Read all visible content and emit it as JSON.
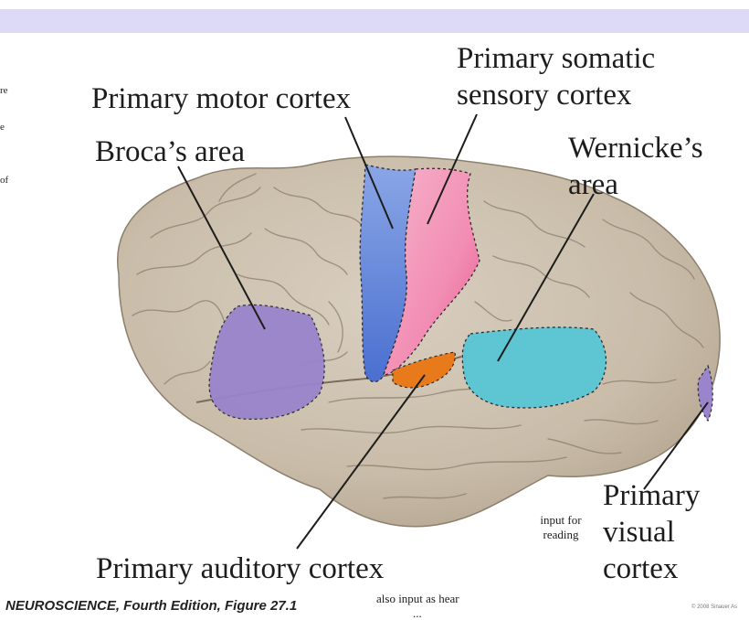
{
  "side_notes": [
    "re",
    "e",
    "of"
  ],
  "labels": {
    "primary_motor_cortex": "Primary motor cortex",
    "primary_somatic_line1": "Primary somatic",
    "primary_somatic_line2": "sensory cortex",
    "brocas_area": "Broca’s area",
    "wernickes_line1": "Wernicke’s",
    "wernickes_line2": "area",
    "primary_visual_line1": "Primary",
    "primary_visual_line2": "visual",
    "primary_visual_line3": "cortex",
    "primary_auditory_cortex": "Primary auditory cortex"
  },
  "notes": {
    "input_for_reading_line1": "input for",
    "input_for_reading_line2": "reading",
    "also_input_as_hear": "also input as hear",
    "also_input_as_hear_cut": "..."
  },
  "caption": "NEUROSCIENCE, Fourth Edition, Figure 27.1",
  "copyright": "© 2008 Sinauer As",
  "colors": {
    "brain": "#cbbfae",
    "motor": "#7f9fe0",
    "sensory": "#f29bbb",
    "broca": "#9a84cc",
    "wernicke": "#5ec6d3",
    "auditory": "#e97a1c",
    "visual": "#9a84cc",
    "header": "#dcdaf4"
  }
}
